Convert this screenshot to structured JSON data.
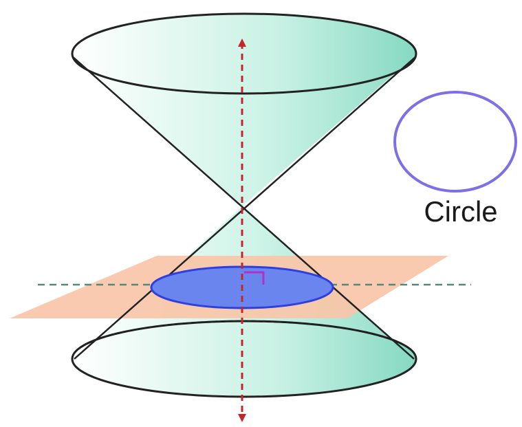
{
  "figure": {
    "label": "Circle"
  },
  "colors": {
    "cone_fill_light": "#ffffff",
    "cone_fill_dark": "#9fe3cf",
    "cone_outline": "#222222",
    "plane_fill": "#f8c6a8",
    "section_fill": "#6a86ee",
    "section_stroke": "#2d3fe0",
    "axis": "#c0282c",
    "right_angle_mark": "#b030c8",
    "circle_outline": "#7c70e6",
    "dashed_line": "#4f8a79"
  },
  "icons": {
    "axis_arrows": "double-headed-arrow",
    "right_angle": "right-angle-marker"
  }
}
